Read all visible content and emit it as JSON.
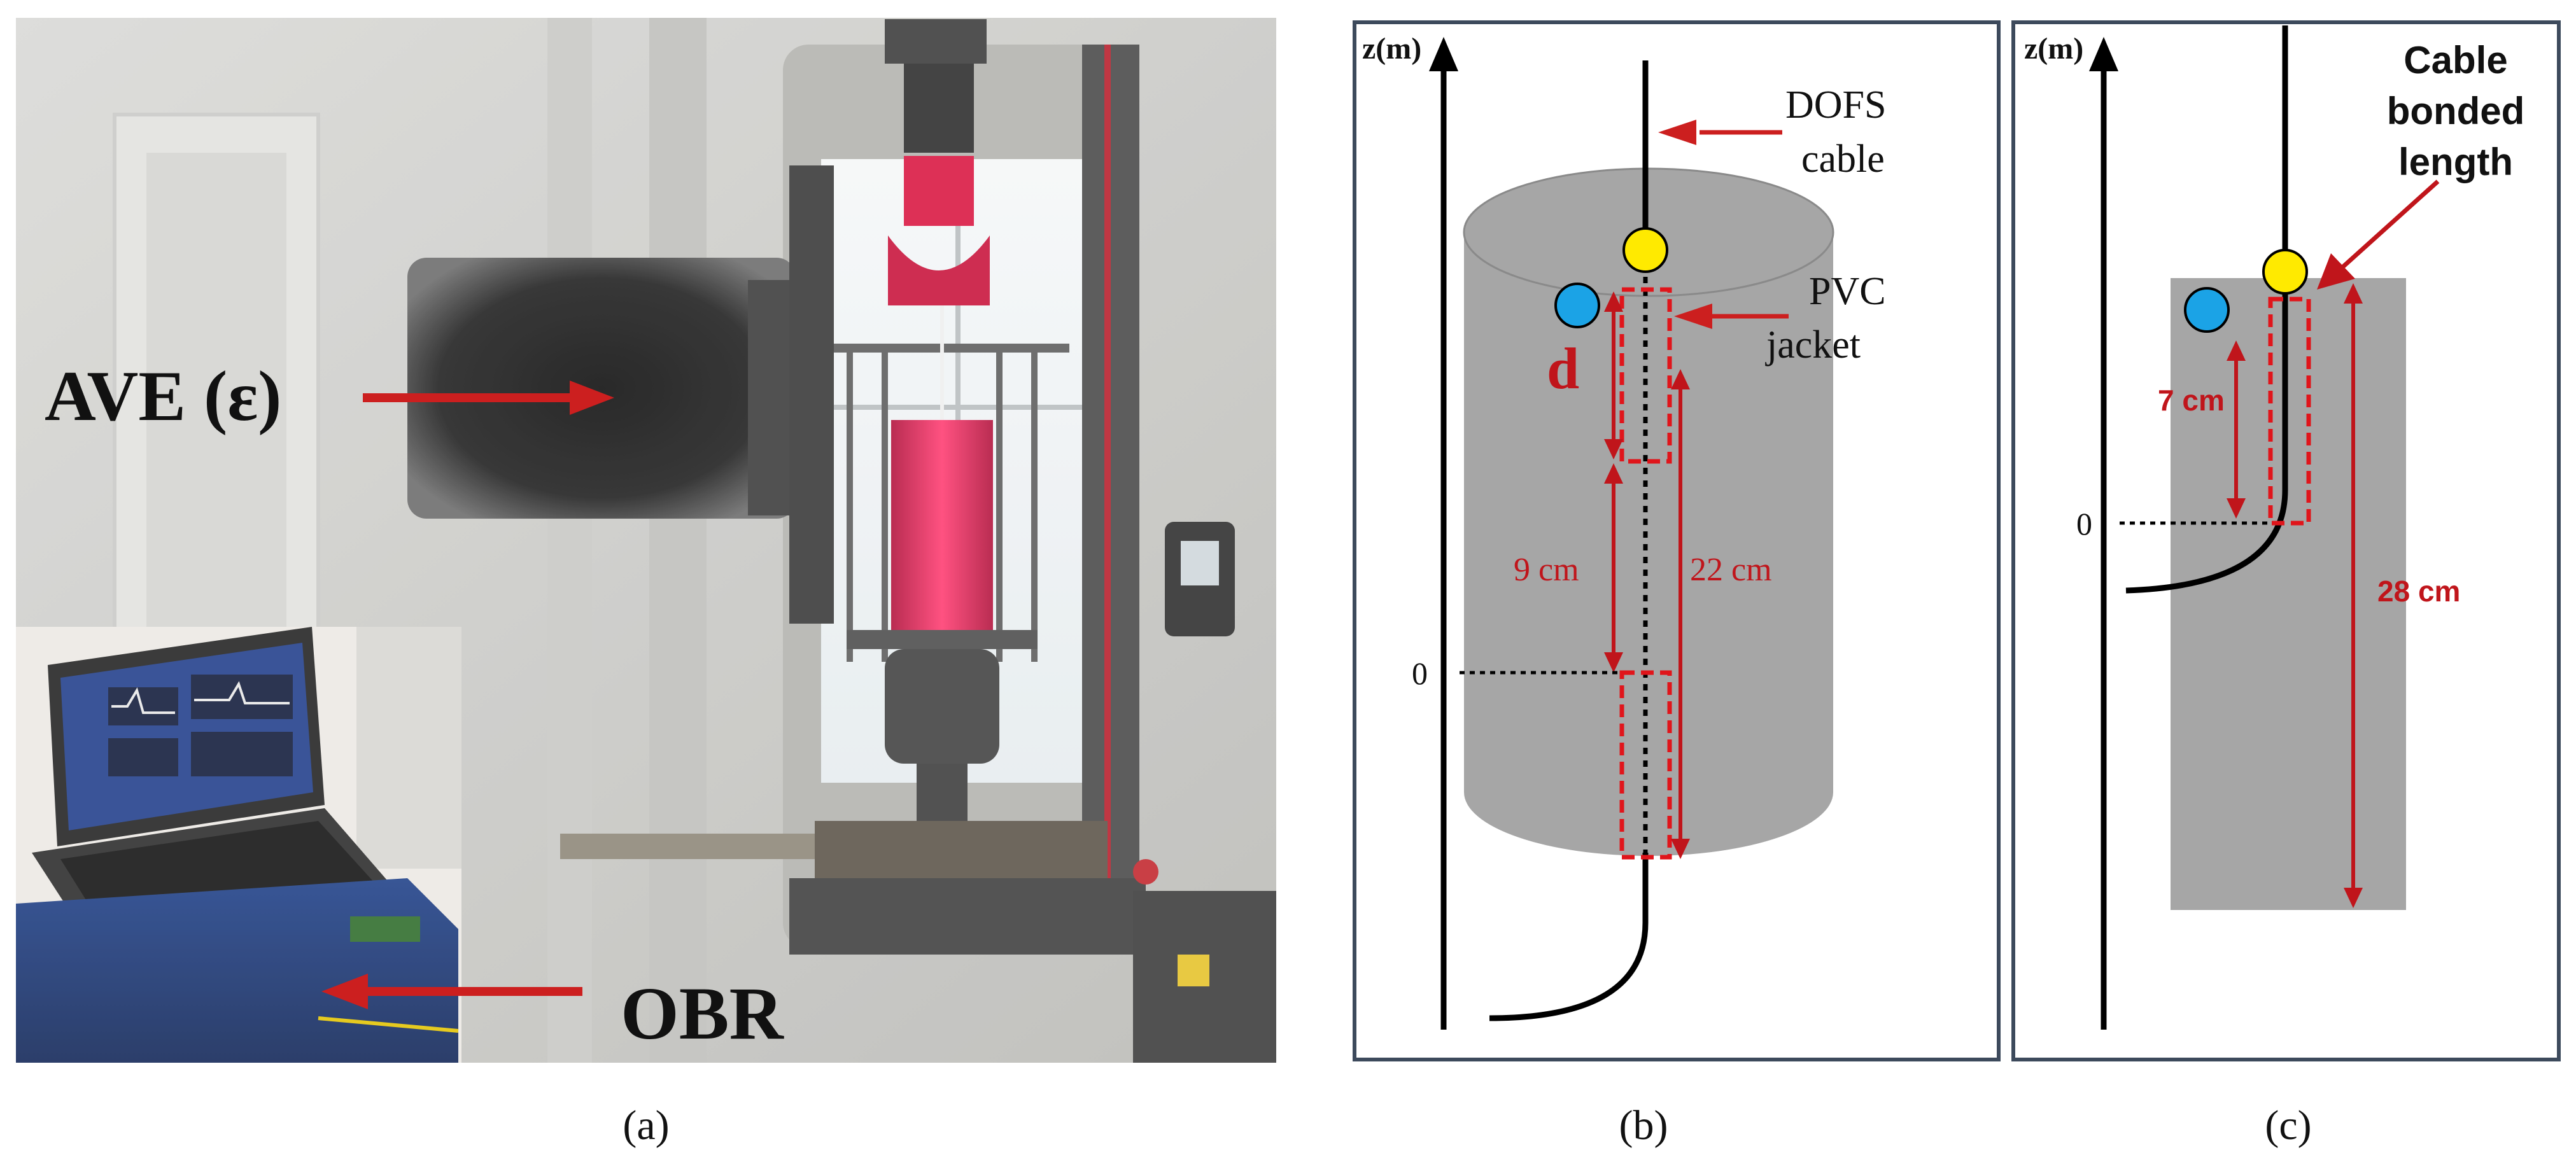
{
  "panel_a": {
    "ave_label": "AVE (ε)",
    "obr_label": "OBR",
    "caption": "(a)"
  },
  "panel_b": {
    "axis_label": "z(m)",
    "dofs_label_line1": "DOFS",
    "dofs_label_line2": "cable",
    "pvc_label_line1": "PVC",
    "pvc_label_line2": "jacket",
    "d_label": "d",
    "dim_9": "9 cm",
    "dim_22": "22 cm",
    "zero_label": "0",
    "caption": "(b)"
  },
  "panel_c": {
    "axis_label": "z(m)",
    "bonded_line1": "Cable",
    "bonded_line2": "bonded",
    "bonded_line3": "length",
    "dim_7": "7 cm",
    "dim_28": "28 cm",
    "zero_label": "0",
    "caption": "(c)"
  },
  "colors": {
    "dim_red": "#c0151b",
    "arrow_red": "#cc1f1f",
    "gray": "#a6a6a6",
    "yellow": "#ffea00",
    "blue": "#1ba3e6",
    "frame": "#3d4a5c"
  }
}
